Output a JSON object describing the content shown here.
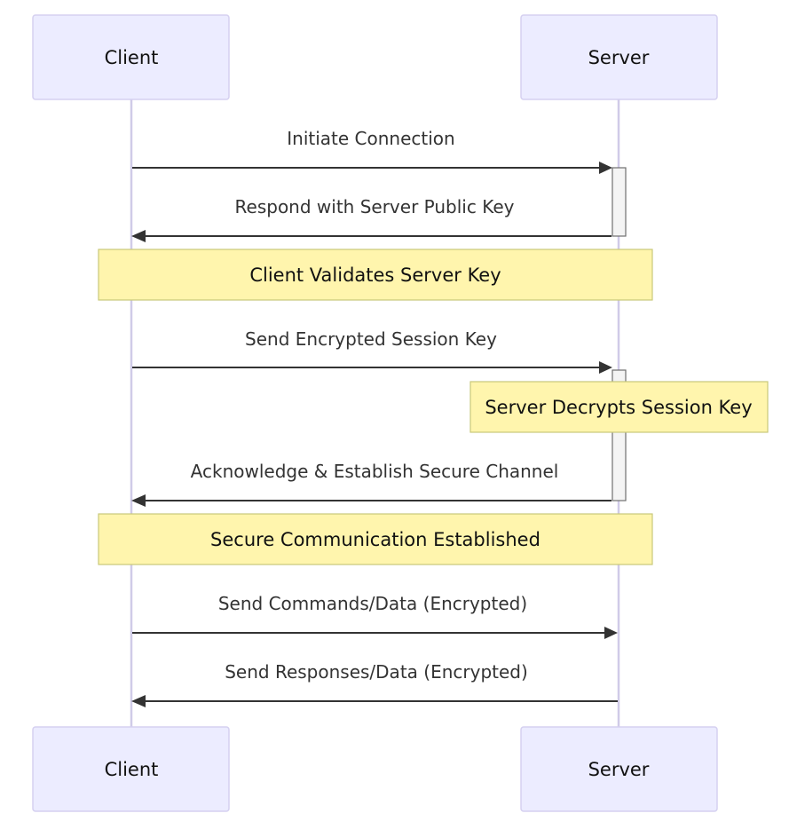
{
  "participants": {
    "client": "Client",
    "server": "Server"
  },
  "messages": [
    {
      "id": "initiate-connection",
      "text": "Initiate Connection",
      "from": "client",
      "to": "server"
    },
    {
      "id": "respond-public-key",
      "text": "Respond with Server Public Key",
      "from": "server",
      "to": "client"
    },
    {
      "id": "send-session-key",
      "text": "Send Encrypted Session Key",
      "from": "client",
      "to": "server"
    },
    {
      "id": "acknowledge-secure-channel",
      "text": "Acknowledge & Establish Secure Channel",
      "from": "server",
      "to": "client"
    },
    {
      "id": "send-commands",
      "text": "Send Commands/Data (Encrypted)",
      "from": "client",
      "to": "server"
    },
    {
      "id": "send-responses",
      "text": "Send Responses/Data (Encrypted)",
      "from": "server",
      "to": "client"
    }
  ],
  "notes": [
    {
      "id": "client-validates",
      "text": "Client Validates Server Key",
      "over": "client-server"
    },
    {
      "id": "server-decrypts",
      "text": "Server Decrypts Session Key",
      "over": "server"
    },
    {
      "id": "secure-established",
      "text": "Secure Communication Established",
      "over": "client-server"
    }
  ],
  "colors": {
    "actor_fill": "#ececff",
    "note_fill": "#fff5ad",
    "line": "#333333"
  }
}
